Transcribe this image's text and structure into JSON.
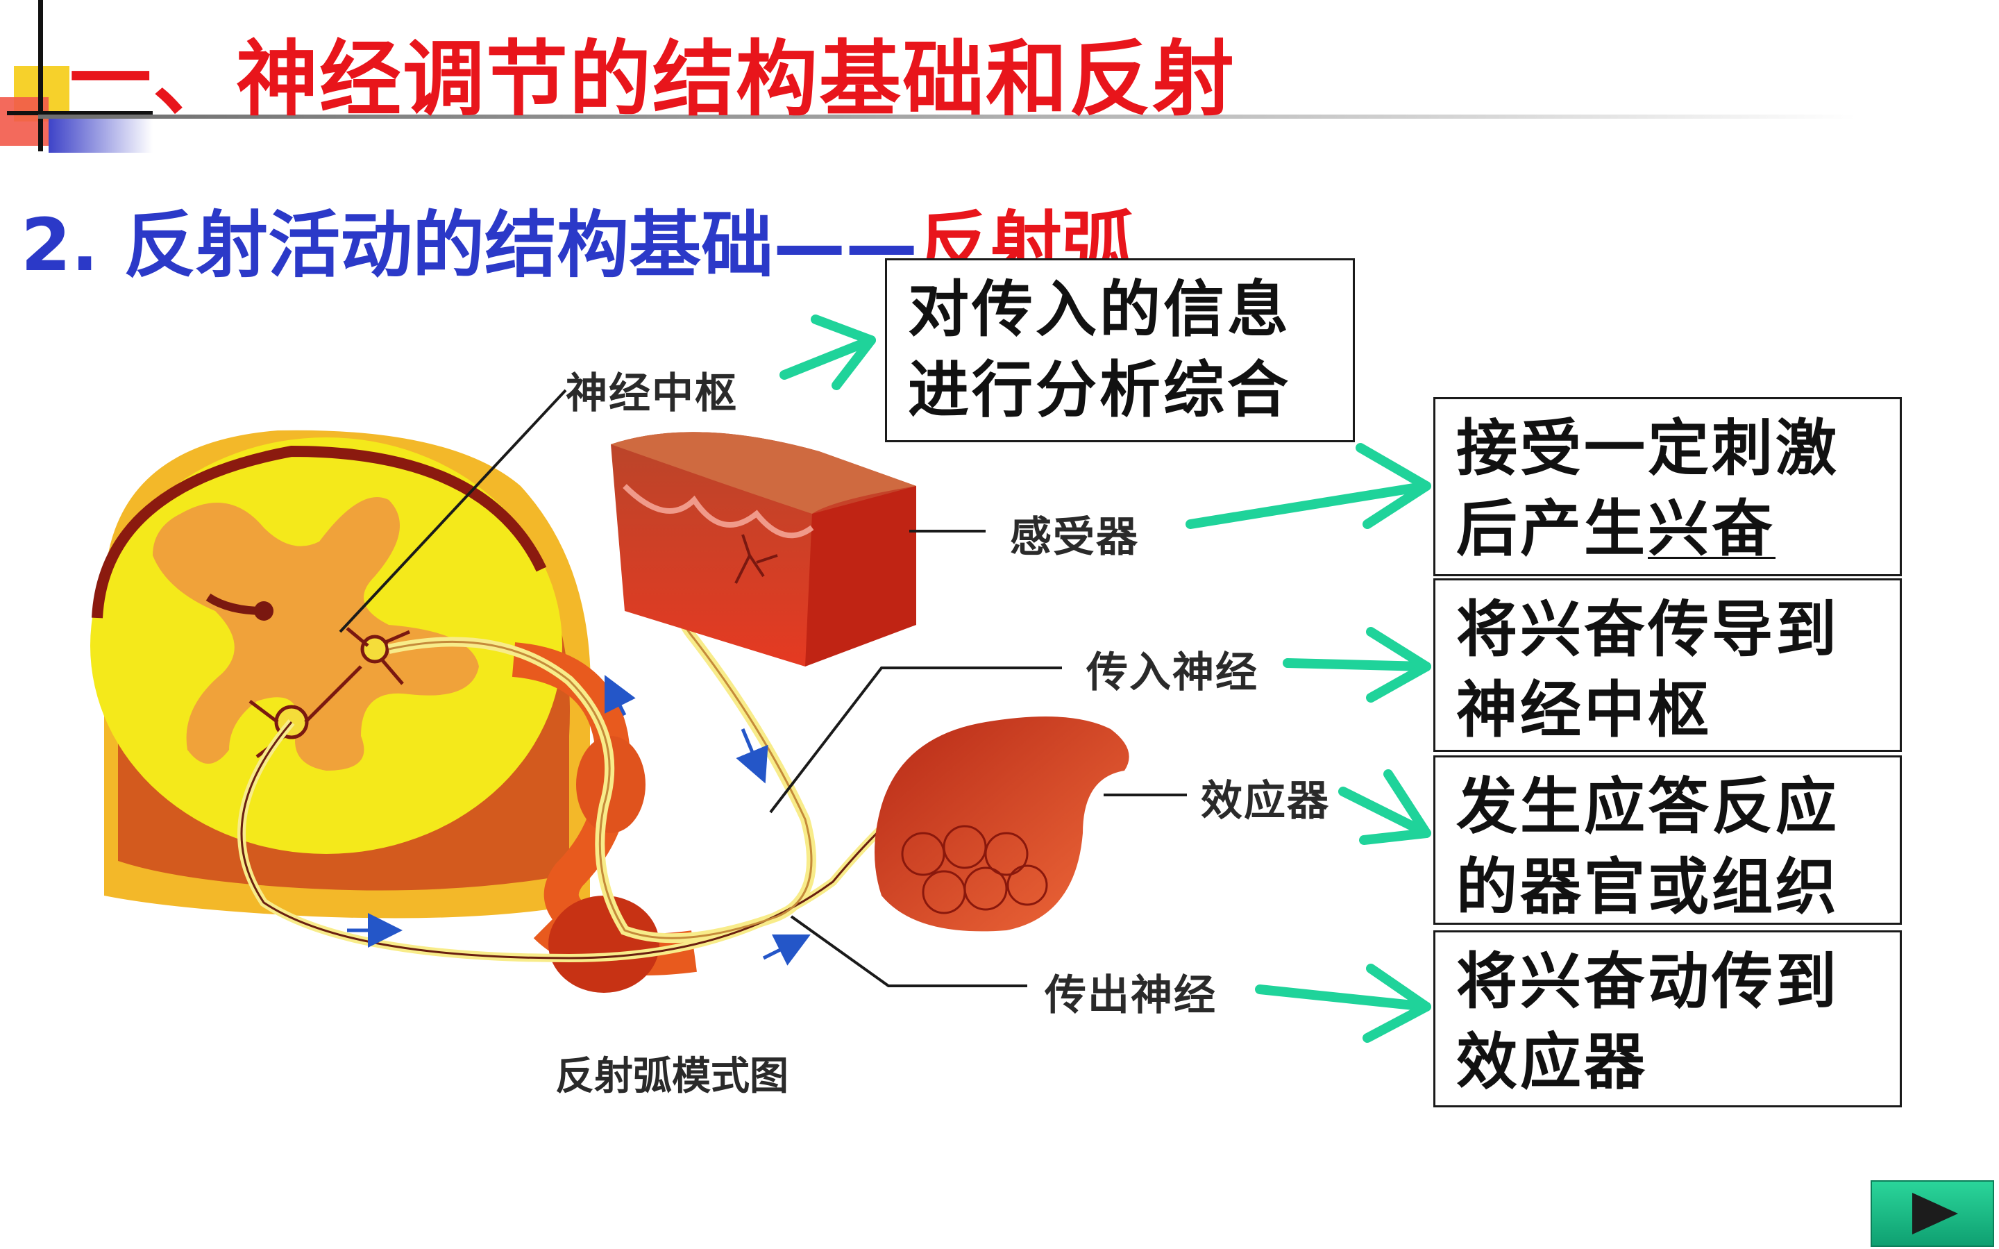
{
  "title": "一、神经调节的结构基础和反射",
  "subtitle": {
    "prefix": "2. 反射活动的结构基础——",
    "highlight": "反射弧"
  },
  "diagram": {
    "caption": "反射弧模式图",
    "labels": {
      "center": "神经中枢",
      "receptor": "感受器",
      "afferent": "传入神经",
      "effector": "效应器",
      "efferent": "传出神经"
    }
  },
  "boxes": {
    "center": {
      "line1": "对传入的信息",
      "line2": "进行分析综合"
    },
    "receptor": {
      "line1": "接受一定刺激",
      "line2_plain": "后产生",
      "line2_underlined": "兴奋"
    },
    "afferent": {
      "line1": "将兴奋传导到",
      "line2": "神经中枢"
    },
    "effector": {
      "line1": "发生应答反应",
      "line2": "的器官或组织"
    },
    "efferent": {
      "line1": "将兴奋动传到",
      "line2": "效应器"
    }
  },
  "colors": {
    "title_red": "#e8151b",
    "subtitle_blue": "#2b39c8",
    "arrow_green": "#1fd39a",
    "spinal_yellow": "#f4e91b",
    "gray_matter_orange": "#f0a23a",
    "tissue_red": "#e53a22",
    "nerve_yellow": "#f8ec8a"
  },
  "nav": {
    "next_icon": "play-triangle-icon"
  }
}
